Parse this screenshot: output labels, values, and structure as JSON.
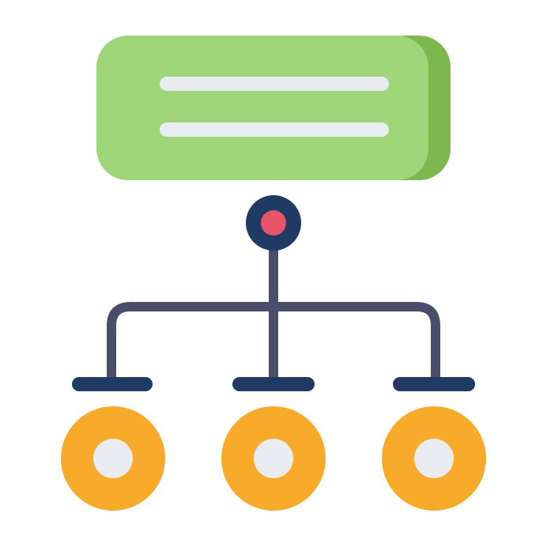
{
  "icon": {
    "name": "hierarchy-structure-icon",
    "colors": {
      "box_front": "#A0D67A",
      "box_side": "#7DB84E",
      "text_lines": "#E9ECF0",
      "root_ring": "#1F3A63",
      "root_dot": "#E9546B",
      "connector": "#4A4E6B",
      "bars": "#1F3A63",
      "node_outer": "#F8AA2A",
      "node_inner": "#E9ECF0",
      "background": "#FFFFFF"
    },
    "child_nodes": [
      "left",
      "center",
      "right"
    ],
    "text_lines_count": 2
  }
}
